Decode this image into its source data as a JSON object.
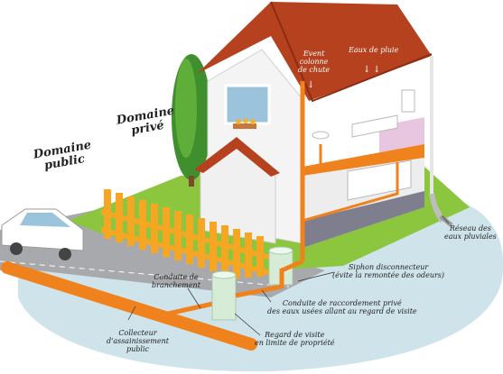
{
  "labels": {
    "domaine_public": "Domaine\npublic",
    "domaine_prive": "Domaine\nprivé",
    "event": "Event\ncolonne\nde chute",
    "eaux_pluie": "Eaux de pluie",
    "reseau_pluviales": "Réseau des\neaux pluviales",
    "siphon": "Siphon disconnecteur\n(évite la remontée des odeurs)",
    "conduite_branchement": "Conduite de\nbranchement",
    "conduite_raccordement": "Conduite de raccordement privé\ndes eaux usées allant au regard de visite",
    "collecteur": "Collecteur\nd'assainissement\npublic",
    "regard": "Regard de visite\nen limite de propriété"
  },
  "colors": {
    "pipe": "#f0821e",
    "roof": "#b5411f",
    "grass": "#8cc63f",
    "ground": "#c8dfe6",
    "road": "#a7a9ac",
    "wall": "#f2f2f2",
    "pink_wall": "#e8c6e0",
    "floor": "#7e7e8e"
  }
}
